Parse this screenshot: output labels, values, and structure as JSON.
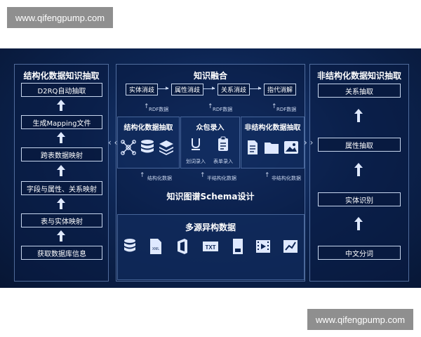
{
  "watermarks": {
    "top": "www.qifengpump.com",
    "bottom": "www.qifengpump.com"
  },
  "left_panel": {
    "title": "结构化数据知识抽取",
    "steps": [
      "D2RQ自动抽取",
      "生成Mapping文件",
      "跨表数据映射",
      "字段与属性、关系映射",
      "表与实体映射",
      "获取数据库信息"
    ]
  },
  "right_panel": {
    "title": "非结构化数据知识抽取",
    "steps": [
      "关系抽取",
      "属性抽取",
      "实体识别",
      "中文分词"
    ]
  },
  "fusion": {
    "title": "知识融合",
    "steps": [
      "实体消歧",
      "属性消歧",
      "关系消歧",
      "指代消解"
    ],
    "rdf_label": "RDF数据"
  },
  "middle": {
    "structured": {
      "title": "结构化数据抽取",
      "input_label": "结构化数据"
    },
    "crowd": {
      "title": "众包录入",
      "items": [
        "划词录入",
        "表单录入"
      ],
      "input_label": "半结构化数据"
    },
    "unstructured": {
      "title": "非结构化数据抽取",
      "input_label": "非结构化数据"
    }
  },
  "schema": {
    "title": "知识图谱Schema设计"
  },
  "sources": {
    "title": "多源异构数据",
    "icons": [
      "database-icon",
      "xml-file-icon",
      "office-icon",
      "txt-file-icon",
      "document-icon",
      "video-icon",
      "chart-icon"
    ],
    "xml_label": "XML",
    "txt_label": "TXT"
  },
  "colors": {
    "background": "#0d2553",
    "border": "#c7d6ee",
    "text": "#ffffff"
  }
}
